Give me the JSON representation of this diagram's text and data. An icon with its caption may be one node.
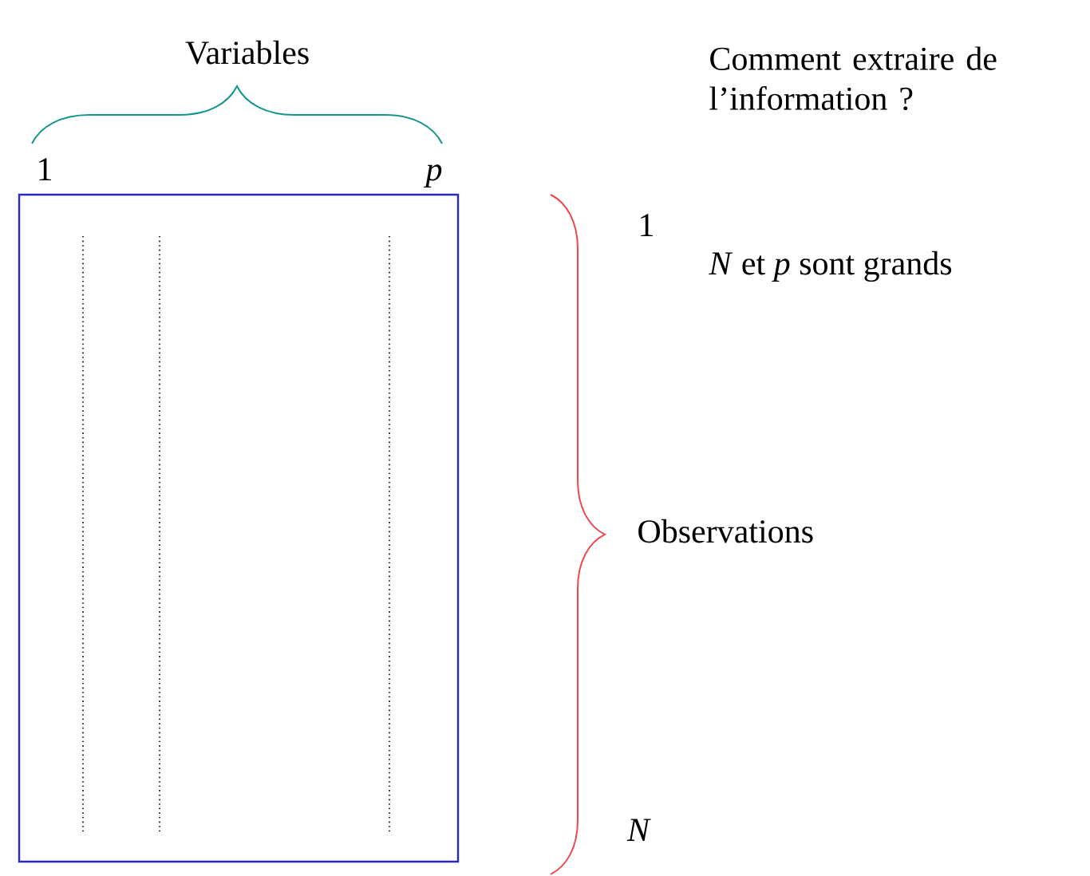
{
  "diagram": {
    "labels": [
      "Variables",
      "Comment extraire de l’information ?",
      "1",
      "p",
      "1",
      "*N* et *p* sont grands",
      "Observations",
      "N"
    ]
  }
}
